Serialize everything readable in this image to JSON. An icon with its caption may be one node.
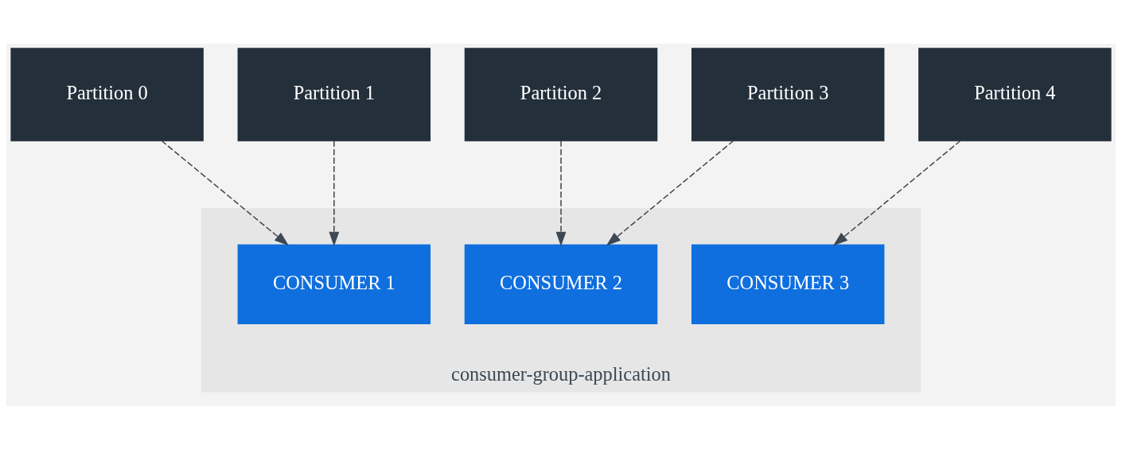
{
  "diagram": {
    "nodes": [
      {
        "text": [
          "Partition 0"
        ]
      },
      {
        "text": [
          "Partition 1"
        ]
      },
      {
        "text": [
          "Partition 2"
        ]
      },
      {
        "text": [
          "Partition 3"
        ]
      },
      {
        "text": [
          "Partition 4"
        ]
      },
      {
        "text": [
          "consumer-group-application"
        ]
      },
      {
        "text": [
          "CONSUMER 1"
        ],
        "in": 5
      },
      {
        "text": [
          "CONSUMER 2"
        ],
        "in": 5
      },
      {
        "text": [
          "CONSUMER 3"
        ],
        "in": 5
      }
    ],
    "edges": [
      {
        "from": 0,
        "to": 6,
        "arrow": "to",
        "style": "dashed"
      },
      {
        "from": 1,
        "to": 6,
        "arrow": "to",
        "style": "dashed"
      },
      {
        "from": 2,
        "to": 7,
        "arrow": "to",
        "style": "dashed"
      },
      {
        "from": 3,
        "to": 7,
        "arrow": "to",
        "style": "dashed"
      },
      {
        "from": 4,
        "to": 8,
        "arrow": "to",
        "style": "dashed"
      }
    ]
  }
}
